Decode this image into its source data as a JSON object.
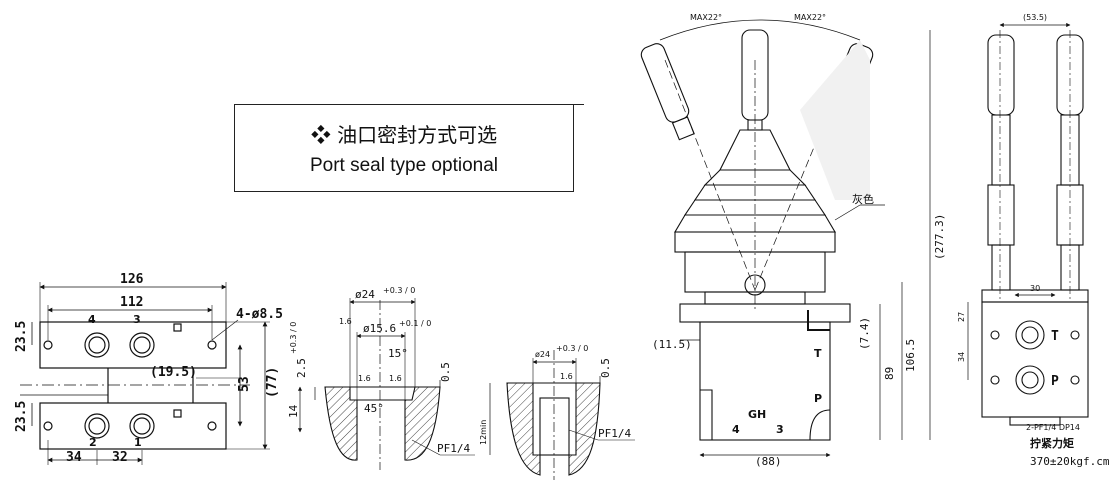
{
  "callout": {
    "marker": "❖",
    "chinese": "油口密封方式可选",
    "english": "Port seal type optional"
  },
  "plate": {
    "overall": "126",
    "pitch_outer": "112",
    "holes": "4-ø8.5",
    "offset": "(19.5)",
    "height_53": "53",
    "height_77": "(77)",
    "side_top": "23.5",
    "side_bottom": "23.5",
    "bottom_34": "34",
    "bottom_32": "32",
    "port_4": "4",
    "port_3": "3",
    "port_2": "2",
    "port_1": "1"
  },
  "seal_a": {
    "dia24": "ø24",
    "dia24_tol": "+0.3 / 0",
    "dia15": "ø15.6",
    "dia15_tol": "+0.1 / 0",
    "angle15": "15°",
    "angle45": "45°",
    "depth25": "2.5",
    "depth25_tol": "+0.3 / 0",
    "h05": "0.5",
    "h14": "14",
    "rough1": "1.6",
    "rough2": "1.6",
    "rough3": "1.6",
    "thread": "PF1/4"
  },
  "seal_b": {
    "dia24": "ø24",
    "dia24_tol": "+0.3 / 0",
    "h05": "0.5",
    "depth": "12min",
    "rough": "1.6",
    "thread": "PF1/4"
  },
  "joystick": {
    "max_left": "MAX22°",
    "max_right": "MAX22°",
    "color_note": "灰色",
    "height_total": "(277.3)",
    "h1065": "106.5",
    "h89": "89",
    "h74": "(7.4)",
    "w115": "(11.5)",
    "w88": "(88)",
    "port_T": "T",
    "port_P": "P",
    "port_GH": "GH",
    "port_4": "4",
    "port_3": "3"
  },
  "side_view": {
    "top_width": "(53.5)",
    "w30": "30",
    "h27": "27",
    "h34": "34",
    "port_T": "T",
    "port_P": "P",
    "port_note": "2-PF1/4 DP14"
  },
  "torque": {
    "title": "拧紧力矩",
    "value": "370±20kgf.cm"
  }
}
